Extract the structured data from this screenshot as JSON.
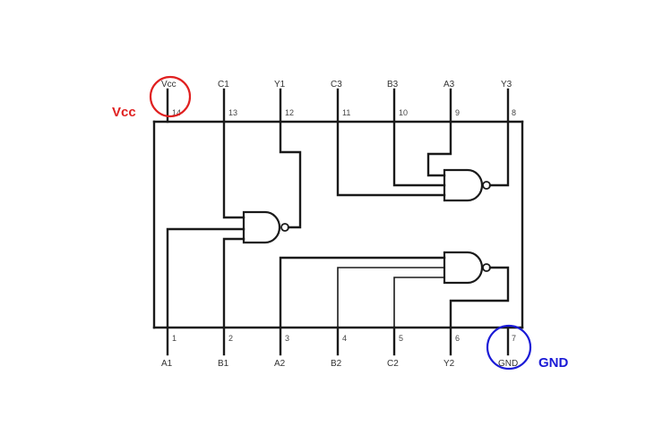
{
  "chip": {
    "top_pins": [
      {
        "label": "Vcc",
        "number": "14"
      },
      {
        "label": "C1",
        "number": "13"
      },
      {
        "label": "Y1",
        "number": "12"
      },
      {
        "label": "C3",
        "number": "11"
      },
      {
        "label": "B3",
        "number": "10"
      },
      {
        "label": "A3",
        "number": "9"
      },
      {
        "label": "Y3",
        "number": "8"
      }
    ],
    "bottom_pins": [
      {
        "label": "A1",
        "number": "1"
      },
      {
        "label": "B1",
        "number": "2"
      },
      {
        "label": "A2",
        "number": "3"
      },
      {
        "label": "B2",
        "number": "4"
      },
      {
        "label": "C2",
        "number": "5"
      },
      {
        "label": "Y2",
        "number": "6"
      },
      {
        "label": "GND",
        "number": "7"
      }
    ]
  },
  "annotations": {
    "vcc": {
      "text": "Vcc",
      "color": "#e02020"
    },
    "gnd": {
      "text": "GND",
      "color": "#1a1ad6"
    }
  }
}
